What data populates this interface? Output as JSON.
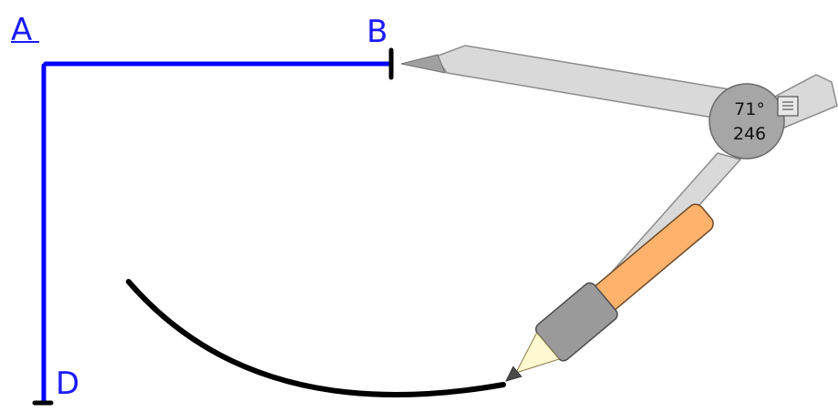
{
  "points": {
    "a": {
      "label": "A",
      "color": "#1a1aff"
    },
    "b": {
      "label": "B",
      "color": "#1a1aff"
    },
    "d": {
      "label": "D",
      "color": "#1a1aff"
    }
  },
  "segments": {
    "color": "#0000ff",
    "tick_color": "#000000"
  },
  "arc": {
    "color": "#000000"
  },
  "compass": {
    "angle_readout": "71°",
    "radius_readout": "246",
    "leg_color": "#d9d9d9",
    "hinge_color": "#a6a6a6",
    "pencil_color": "#ffb26b",
    "grip_color": "#9a9a9a",
    "wood_color": "#fff8d0",
    "menu_icon": "menu-icon"
  }
}
